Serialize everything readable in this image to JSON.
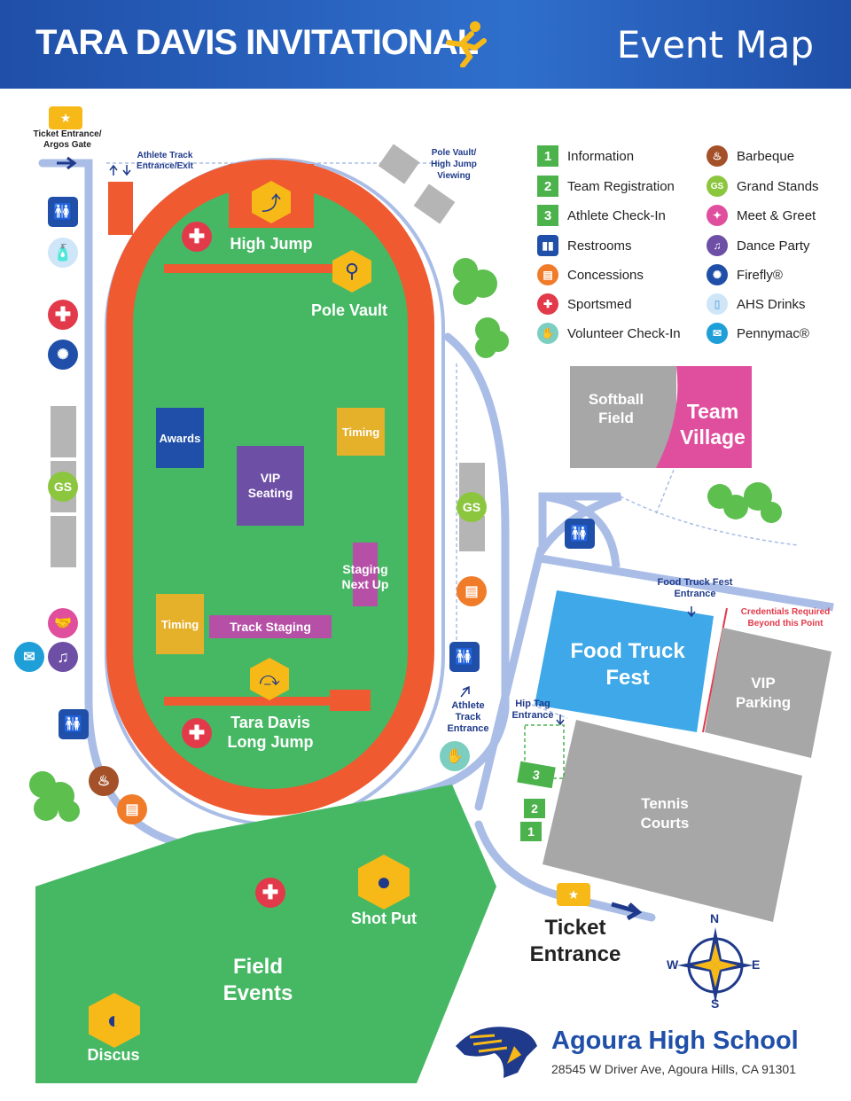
{
  "header": {
    "event_title": "TARA DAVIS INVITATIONAL",
    "map_title": "Event Map",
    "background": "#2a5fbf"
  },
  "colors": {
    "track": "#ef5a30",
    "infield": "#46b864",
    "path": "#a9bde6",
    "navy": "#1f3a8a",
    "hexagon": "#f6b918",
    "grandstand": "#b5b5b5"
  },
  "legend": [
    {
      "symbol": "1",
      "label": "Information"
    },
    {
      "symbol": "2",
      "label": "Team Registration"
    },
    {
      "symbol": "3",
      "label": "Athlete Check-In"
    },
    {
      "icon": "restroom-icon",
      "label": "Restrooms"
    },
    {
      "icon": "concessions-icon",
      "label": "Concessions"
    },
    {
      "icon": "sportsmed-icon",
      "label": "Sportsmed"
    },
    {
      "icon": "volunteer-icon",
      "label": "Volunteer Check-In"
    },
    {
      "icon": "barbeque-icon",
      "label": "Barbeque"
    },
    {
      "symbol": "GS",
      "label": "Grand Stands"
    },
    {
      "icon": "handshake-icon",
      "label": "Meet & Greet"
    },
    {
      "icon": "music-note-icon",
      "label": "Dance Party"
    },
    {
      "icon": "firefly-icon",
      "label": "Firefly®"
    },
    {
      "icon": "water-bottle-icon",
      "label": "AHS Drinks"
    },
    {
      "icon": "pennymac-icon",
      "label": "Pennymac®"
    }
  ],
  "labels": {
    "ticket_entrance_gate": "Ticket Entrance/",
    "ticket_entrance_gate_2": "Argos Gate",
    "athlete_track_entrance": "Athlete Track",
    "athlete_track_entrance_2": "Entrance/Exit",
    "pole_vault_viewing": "Pole Vault/",
    "pole_vault_viewing_2": "High Jump",
    "pole_vault_viewing_3": "Viewing",
    "high_jump": "High Jump",
    "pole_vault": "Pole Vault",
    "awards": "Awards",
    "timing_top": "Timing",
    "vip_seating": "VIP",
    "vip_seating_2": "Seating",
    "staging_next_up": "Staging",
    "staging_next_up_2": "Next Up",
    "timing_bottom": "Timing",
    "track_staging": "Track Staging",
    "long_jump": "Tara Davis",
    "long_jump_2": "Long Jump",
    "gs": "GS",
    "softball_field": "Softball",
    "softball_field_2": "Field",
    "team_village": "Team",
    "team_village_2": "Village",
    "food_truck_entrance": "Food Truck Fest",
    "food_truck_entrance_2": "Entrance",
    "credentials": "Credentials Required",
    "credentials_2": "Beyond this Point",
    "food_truck_fest": "Food Truck",
    "food_truck_fest_2": "Fest",
    "vip_parking": "VIP",
    "vip_parking_2": "Parking",
    "athlete_track_entrance_b": "Athlete",
    "athlete_track_entrance_b2": "Track",
    "athlete_track_entrance_b3": "Entrance",
    "hip_tag": "Hip Tag",
    "hip_tag_2": "Entrance",
    "tennis_courts": "Tennis",
    "tennis_courts_2": "Courts",
    "n1": "1",
    "n2": "2",
    "n3": "3",
    "shot_put": "Shot Put",
    "field_events": "Field",
    "field_events_2": "Events",
    "discus": "Discus",
    "ticket_entrance": "Ticket",
    "ticket_entrance_2": "Entrance"
  },
  "compass": {
    "n": "N",
    "s": "S",
    "e": "E",
    "w": "W"
  },
  "school": {
    "name": "Agoura High School",
    "address": "28545 W Driver Ave, Agoura Hills, CA 91301"
  }
}
